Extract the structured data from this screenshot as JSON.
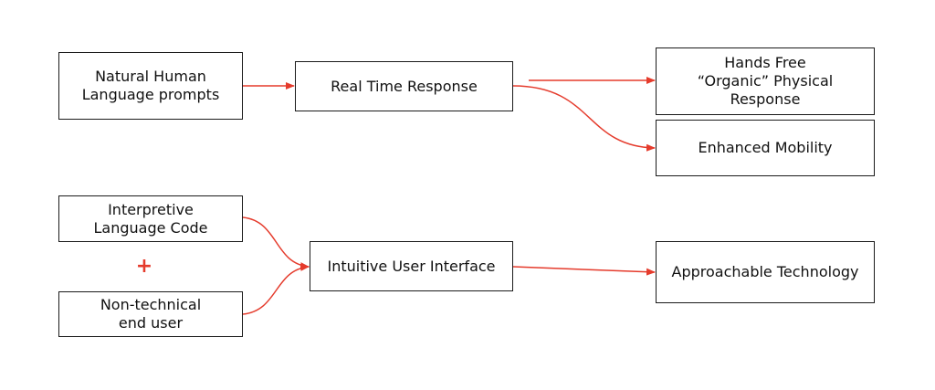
{
  "colors": {
    "arrow": "#e53b2c",
    "box_border": "#1a1a1a",
    "text": "#111111"
  },
  "nodes": {
    "natural_prompts": "Natural Human\nLanguage prompts",
    "real_time": "Real Time Response",
    "hands_free": "Hands Free\n“Organic” Physical\nResponse",
    "mobility": "Enhanced Mobility",
    "interpretive": "Interpretive\nLanguage Code",
    "non_technical": "Non-technical\nend user",
    "intuitive_ui": "Intuitive User Interface",
    "approachable": "Approachable Technology"
  },
  "plus_symbol": "+"
}
